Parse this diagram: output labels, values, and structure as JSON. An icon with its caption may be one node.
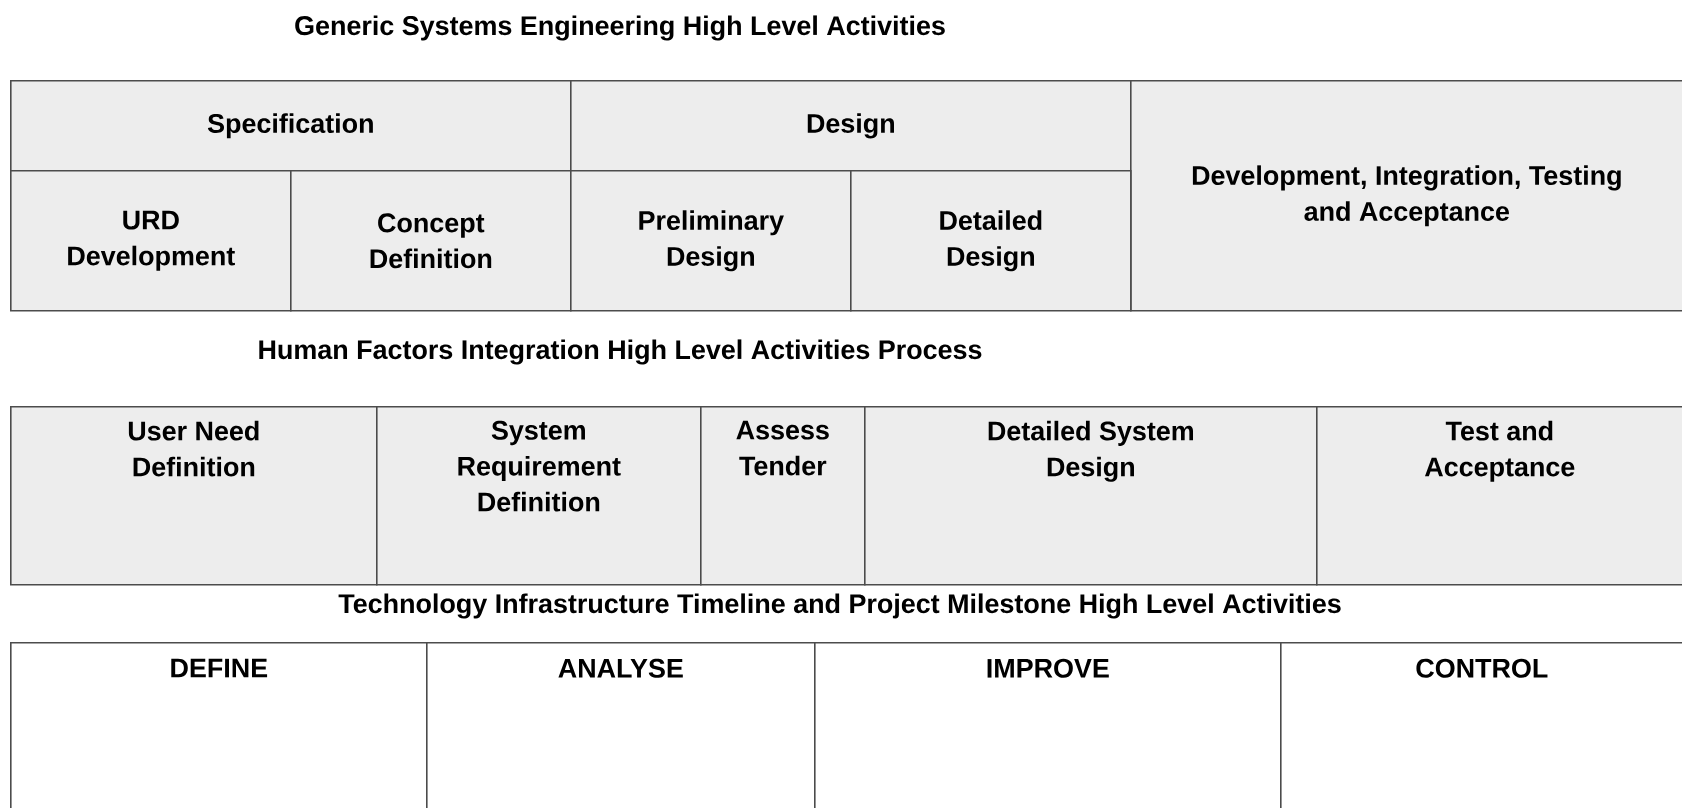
{
  "diagram": {
    "nodes": [
      {
        "text": [
          "Specification"
        ]
      },
      {
        "text": [
          "Design"
        ]
      },
      {
        "text": [
          "Development, Integration, Testing and Acceptance"
        ]
      },
      {
        "text": [
          "URD Development"
        ]
      },
      {
        "text": [
          "Concept Definition"
        ]
      },
      {
        "text": [
          "Preliminary Design"
        ]
      },
      {
        "text": [
          "Detailed Design"
        ]
      },
      {
        "text": [
          "User Need Definition"
        ]
      },
      {
        "text": [
          "System Requirement Definition"
        ]
      },
      {
        "text": [
          "Assess Tender"
        ]
      },
      {
        "text": [
          "Detailed System Design"
        ]
      },
      {
        "text": [
          "Test and Acceptance"
        ]
      },
      {
        "text": [
          "DEFINE"
        ]
      },
      {
        "text": [
          "ANALYSE"
        ]
      },
      {
        "text": [
          "IMPROVE"
        ]
      },
      {
        "text": [
          "CONTROL"
        ]
      }
    ],
    "labels": [
      "Generic Systems Engineering High Level Activities",
      "Human Factors Integration High Level Activities Process",
      "Technology Infrastructure Timeline and Project Milestone High Level Activities"
    ]
  }
}
